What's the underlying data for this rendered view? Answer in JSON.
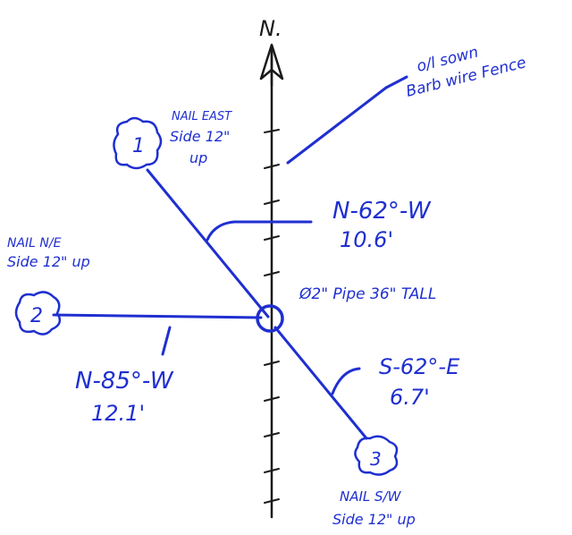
{
  "north_label": "N.",
  "fence_note": {
    "line1": "o/l sown",
    "line2": "Barb wire Fence"
  },
  "center": {
    "label": "Ø2\" Pipe 36\" TALL"
  },
  "witnesses": [
    {
      "id": "1",
      "note_line1": "NAIL EAST",
      "note_line2": "Side 12\"",
      "note_line3": "up",
      "bearing": "N-62°-W",
      "distance": "10.6'"
    },
    {
      "id": "2",
      "note_line1": "NAIL N/E",
      "note_line2": "Side 12\" up",
      "note_line3": "",
      "bearing": "N-85°-W",
      "distance": "12.1'"
    },
    {
      "id": "3",
      "note_line1": "NAIL S/W",
      "note_line2": "Side 12\" up",
      "note_line3": "",
      "bearing": "S-62°-E",
      "distance": "6.7'"
    }
  ],
  "colors": {
    "ink": "#1f2fd0",
    "axis": "#1a1a1a"
  }
}
